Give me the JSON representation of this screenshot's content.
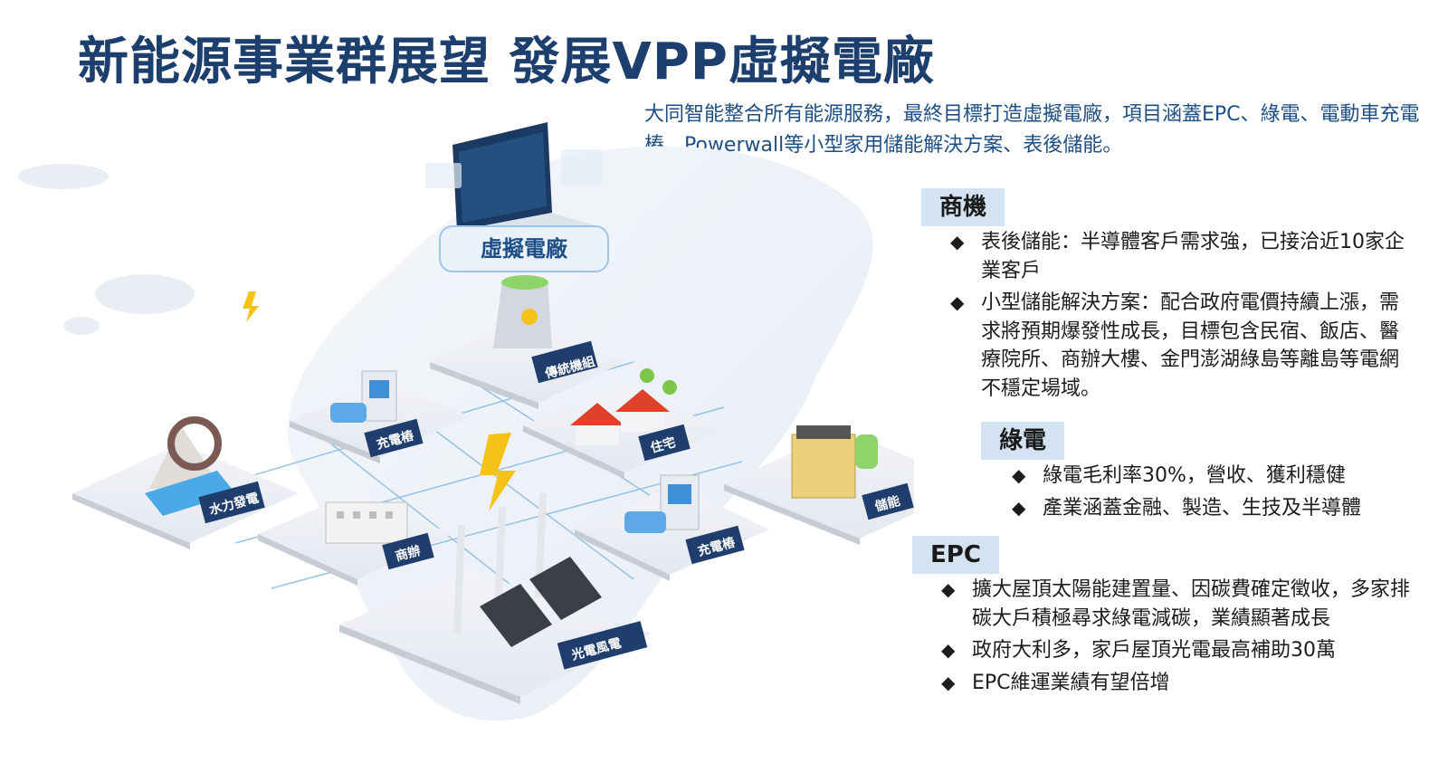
{
  "header": {
    "title": "新能源事業群展望 發展VPP虛擬電廠",
    "subtitle": "大同智能整合所有能源服務，最終目標打造虛擬電廠，項目涵蓋EPC、綠電、電動車充電樁、Powerwall等小型家用儲能解決方案、表後儲能。"
  },
  "diagram": {
    "hub_label": "虛擬電廠",
    "platforms": {
      "traditional": "傳統機組",
      "charging_top": "充電樁",
      "residential": "住宅",
      "hydro": "水力發電",
      "storage": "儲能",
      "commercial": "商辦",
      "charging_bottom": "充電樁",
      "solar_wind": "光電風電"
    }
  },
  "sections": {
    "business": {
      "heading": "商機",
      "items": [
        "表後儲能：半導體客戶需求強，已接洽近10家企業客戶",
        "小型儲能解決方案：配合政府電價持續上漲，需求將預期爆發性成長，目標包含民宿、飯店、醫療院所、商辦大樓、金門澎湖綠島等離島等電網不穩定場域。"
      ]
    },
    "green_power": {
      "heading": "綠電",
      "items": [
        "綠電毛利率30%，營收、獲利穩健",
        "產業涵蓋金融、製造、生技及半導體"
      ]
    },
    "epc": {
      "heading": "EPC",
      "items": [
        "擴大屋頂太陽能建置量、因碳費確定徵收，多家排碳大戶積極尋求綠電減碳，業績顯著成長",
        "政府大利多，家戶屋頂光電最高補助30萬",
        "EPC維運業績有望倍增"
      ]
    },
    "bullet_symbol": "◆"
  },
  "colors": {
    "title": "#1d3f6e",
    "subtitle": "#1d4f86",
    "heading_bg": "#d3e3f2",
    "label_bg": "#1f3e6e"
  }
}
